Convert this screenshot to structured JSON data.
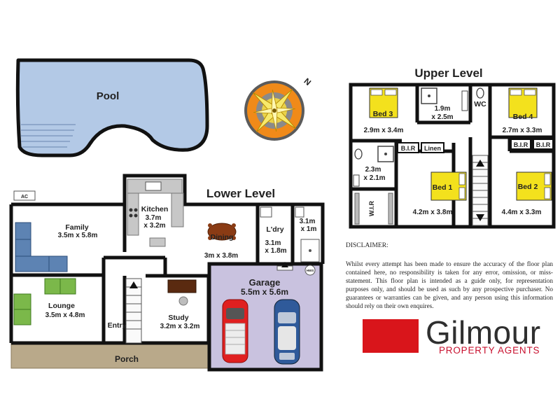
{
  "colors": {
    "pool": "#b3c9e6",
    "garage": "#c9c2df",
    "porch": "#b9a98a",
    "bed_yellow": "#f3e11d",
    "sofa_blue": "#5d83b3",
    "sofa_green": "#7bb84a",
    "logo_red": "#d9151b",
    "logo_sub": "#c8102e"
  },
  "headings": {
    "upper": "Upper Level",
    "lower": "Lower Level"
  },
  "compass": {
    "north": "N"
  },
  "outdoor": {
    "pool": "Pool",
    "ac": "AC",
    "porch": "Porch"
  },
  "lower_rooms": {
    "family": {
      "name": "Family",
      "size": "3.5m x 5.8m"
    },
    "kitchen": {
      "name": "Kitchen",
      "size_line1": "3.7m",
      "size_line2": "x 3.2m"
    },
    "dining": {
      "name": "Dining",
      "size": "3m x 3.8m"
    },
    "laundry": {
      "name": "L'dry",
      "size_line1": "3.1m",
      "size_line2": "x 1.8m"
    },
    "bath": {
      "size_line1": "3.1m",
      "size_line2": "x 1m"
    },
    "lounge": {
      "name": "Lounge",
      "size": "3.5m x 4.8m"
    },
    "study": {
      "name": "Study",
      "size": "3.2m x 3.2m"
    },
    "entry": {
      "name": "Entry"
    },
    "garage": {
      "name": "Garage",
      "size": "5.5m x 5.6m"
    },
    "hws": "HWS"
  },
  "upper_rooms": {
    "bed3": {
      "name": "Bed 3",
      "size": "2.9m x 3.4m"
    },
    "bathroom": {
      "size_line1": "1.9m",
      "size_line2": "x 2.5m"
    },
    "wc": {
      "name": "WC"
    },
    "bed4": {
      "name": "Bed 4",
      "size": "2.7m x 3.3m"
    },
    "bir_left": "B.I.R",
    "linen": "Linen",
    "bir_right_a": "B.I.R",
    "bir_right_b": "B.I.R",
    "ensuite": {
      "size_line1": "2.3m",
      "size_line2": "x 2.1m"
    },
    "wir": "W.I.R",
    "bed1": {
      "name": "Bed 1",
      "size": "4.2m x 3.8m"
    },
    "bed2": {
      "name": "Bed 2",
      "size": "4.4m x 3.3m"
    }
  },
  "disclaimer": {
    "heading": "DISCLAIMER:",
    "text": "Whilst every attempt has been made to ensure the accuracy of the floor plan contained here, no responsibility is taken for any error, omission, or miss-statement. This floor plan is intended as a guide only, for representation purposes only, and should be used as such by any prospective purchaser. No guarantees or warranties can be given, and any person using this information should rely on their own enquires."
  },
  "logo": {
    "name": "Gilmour",
    "tagline": "PROPERTY AGENTS"
  }
}
